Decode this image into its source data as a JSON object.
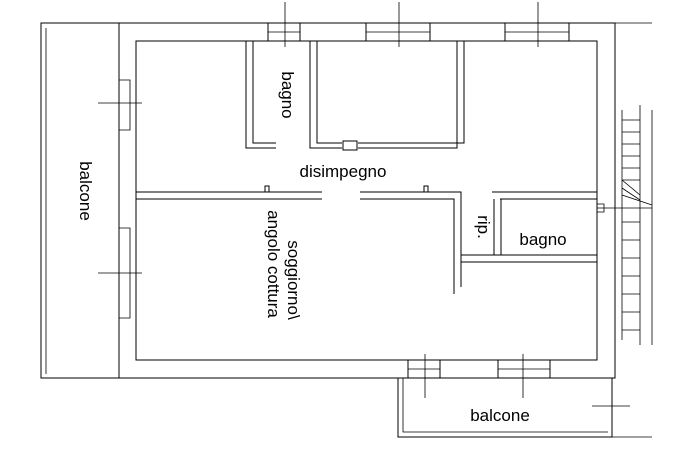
{
  "rooms": {
    "balcone_left": "balcone",
    "bagno_top": "bagno",
    "disimpegno": "disimpegno",
    "rip": "rip.",
    "bagno_right": "bagno",
    "soggiorno_line1": "soggiorno\\",
    "soggiorno_line2": "angolo cottura",
    "balcone_bottom": "balcone"
  }
}
